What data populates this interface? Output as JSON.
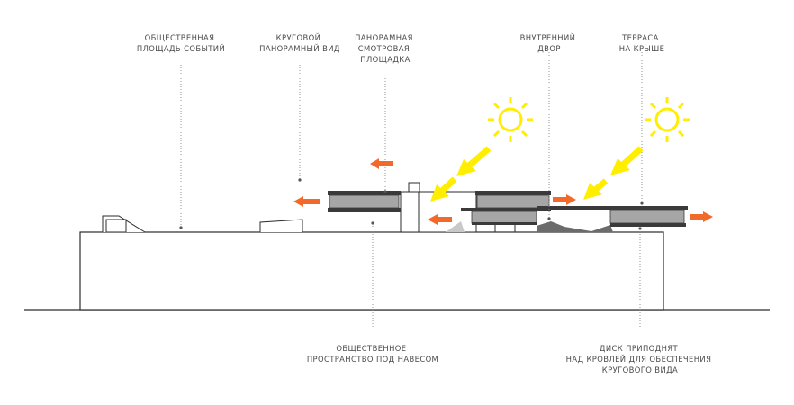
{
  "labels": {
    "public_event_square": [
      "ОБЩЕСТВЕННАЯ",
      "ПЛОЩАДЬ СОБЫТИЙ"
    ],
    "panoramic_view": [
      "КРУГОВОЙ",
      "ПАНОРАМНЫЙ ВИД"
    ],
    "observation_deck": [
      "ПАНОРАМНАЯ",
      "СМОТРОВАЯ",
      "ПЛОЩАДКА"
    ],
    "courtyard": [
      "ВНУТРЕННИЙ",
      "ДВОР"
    ],
    "roof_terrace": [
      "ТЕРРАСА",
      "НА КРЫШЕ"
    ],
    "covered_public_space": [
      "ОБЩЕСТВЕННОЕ",
      "ПРОСТРАНСТВО ПОД НАВЕСОМ"
    ],
    "raised_disc": [
      "ДИСК ПРИПОДНЯТ",
      "НАД КРОВЛЕЙ ДЛЯ ОБЕСПЕЧЕНИЯ",
      "КРУГОВОГО ВИДА"
    ]
  },
  "icons": {
    "sun": "sun-icon",
    "sunlight_arrow": "sunlight-arrow-icon",
    "view_arrow": "view-direction-arrow-icon"
  },
  "colors": {
    "sun": "#ffee00",
    "view_arrow": "#f26a2b",
    "disc_fill": "#a6a6a6",
    "disc_edge": "#3a3a3a",
    "building_line": "#2b2b2b",
    "leader_line": "#888888",
    "text": "#4a4a4a"
  }
}
